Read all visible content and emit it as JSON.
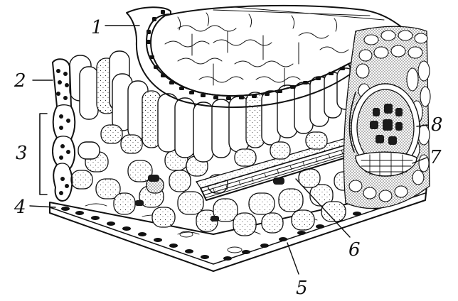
{
  "figure": {
    "labels": [
      "1",
      "2",
      "3",
      "4",
      "5",
      "6",
      "7",
      "8"
    ]
  }
}
